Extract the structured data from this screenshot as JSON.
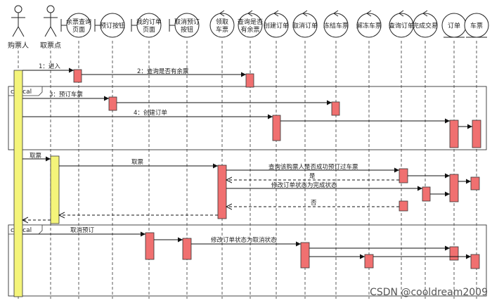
{
  "actors": {
    "buyer": "购票人",
    "pickup": "取票点"
  },
  "participants": [
    {
      "key": "ticket_query_page",
      "lines": [
        "余票查询",
        "页面"
      ]
    },
    {
      "key": "book_button",
      "lines": [
        "预订按钮"
      ]
    },
    {
      "key": "my_orders_page",
      "lines": [
        "我的订单",
        "页面"
      ]
    },
    {
      "key": "cancel_button",
      "lines": [
        "取消预订",
        "按钮"
      ]
    },
    {
      "key": "pick_ticket",
      "lines": [
        "领取",
        "车票"
      ]
    },
    {
      "key": "check_remaining",
      "lines": [
        "查询是否",
        "有余票"
      ]
    },
    {
      "key": "create_order",
      "lines": [
        "创建订单"
      ]
    },
    {
      "key": "cancel_order",
      "lines": [
        "取消订单"
      ]
    },
    {
      "key": "freeze_ticket",
      "lines": [
        "冻结车票"
      ]
    },
    {
      "key": "unfreeze_ticket",
      "lines": [
        "解冻车票"
      ]
    },
    {
      "key": "query_order",
      "lines": [
        "查询订单"
      ]
    },
    {
      "key": "complete_trade",
      "lines": [
        "完成交易"
      ]
    },
    {
      "key": "order_entity",
      "lines": [
        "订单"
      ]
    },
    {
      "key": "ticket_entity",
      "lines": [
        "车票"
      ]
    }
  ],
  "fragments": [
    "critical",
    "critical"
  ],
  "messages": {
    "enter": "1：进入",
    "check_remaining": "2：查询是否有余票",
    "book_ticket": "3：预订车票",
    "create_order": "4：创建订单",
    "pick_ticket": "取票",
    "pick_ticket_call": "取票",
    "query_booking": "查询该购票人是否成功预订过车票",
    "yes": "是",
    "set_complete": "修改订单状态为完成状态",
    "no": "否",
    "cancel_booking": "取消预订",
    "set_cancel": "修改订单状态为取消状态"
  },
  "watermark": "CSDN @cooldream2009"
}
